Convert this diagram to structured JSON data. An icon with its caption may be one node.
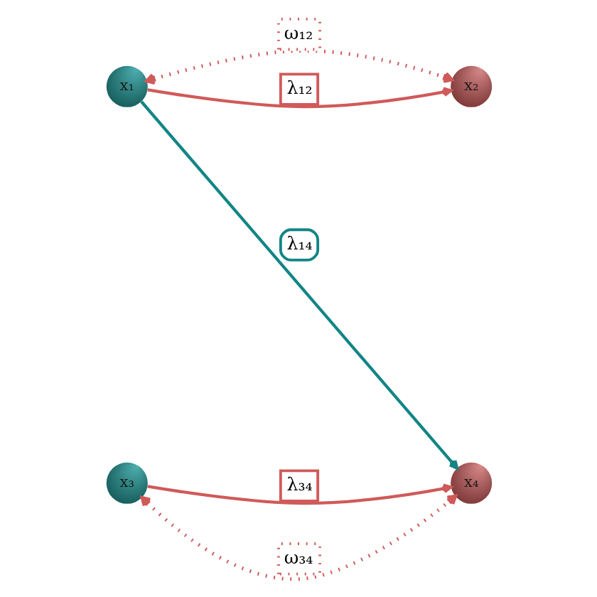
{
  "diagram": {
    "nodes": [
      {
        "text": [
          "x₁"
        ]
      },
      {
        "text": [
          "x₂"
        ]
      },
      {
        "text": [
          "x₃"
        ]
      },
      {
        "text": [
          "x₄"
        ]
      }
    ],
    "edges": [
      {
        "from": 0,
        "to": 1,
        "arrow": "both",
        "label": "ω₁₂",
        "style": "dashed"
      },
      {
        "from": 0,
        "to": 1,
        "arrow": "to",
        "label": "λ₁₂"
      },
      {
        "from": 0,
        "to": 3,
        "arrow": "to",
        "label": "λ₁₄",
        "color": "#128585"
      },
      {
        "from": 2,
        "to": 3,
        "arrow": "to",
        "label": "λ₃₄"
      },
      {
        "from": 2,
        "to": 3,
        "arrow": "both",
        "label": "ω₃₄",
        "style": "dashed"
      }
    ]
  }
}
